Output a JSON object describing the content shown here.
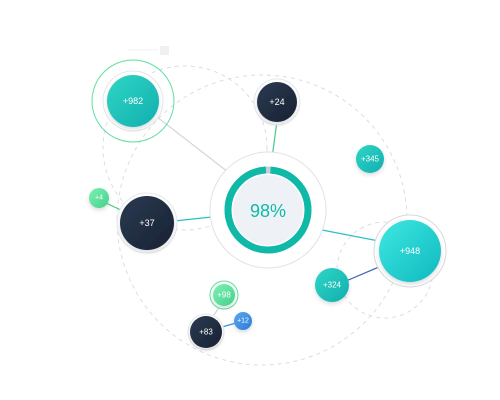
{
  "center": {
    "percent_label": "98%",
    "progress": 0.98
  },
  "nodes": [
    {
      "id": "n982",
      "label": "+982",
      "kind": "teal",
      "ring": "green"
    },
    {
      "id": "n24",
      "label": "+24",
      "kind": "navy"
    },
    {
      "id": "n345",
      "label": "+345",
      "kind": "teal"
    },
    {
      "id": "n4",
      "label": "+4",
      "kind": "green"
    },
    {
      "id": "n37",
      "label": "+37",
      "kind": "navy"
    },
    {
      "id": "n948",
      "label": "+948",
      "kind": "cyan",
      "ring": "grey"
    },
    {
      "id": "n324",
      "label": "+324",
      "kind": "teal"
    },
    {
      "id": "n98",
      "label": "+98",
      "kind": "green",
      "ring": "green"
    },
    {
      "id": "n12",
      "label": "+12",
      "kind": "blue"
    },
    {
      "id": "n83",
      "label": "+83",
      "kind": "navy"
    }
  ],
  "colors": {
    "teal": "#1fc3b4",
    "navy": "#1f2d40",
    "green": "#5fe0a0",
    "cyan": "#22d3cf",
    "blue": "#3a8ee6",
    "center_ring": "#0fb9a8",
    "center_track": "#c9ced6",
    "link_green": "#46c98a",
    "link_teal": "#28c0c4",
    "link_blue": "#3b5fc0",
    "link_grey": "#d3d6db"
  }
}
